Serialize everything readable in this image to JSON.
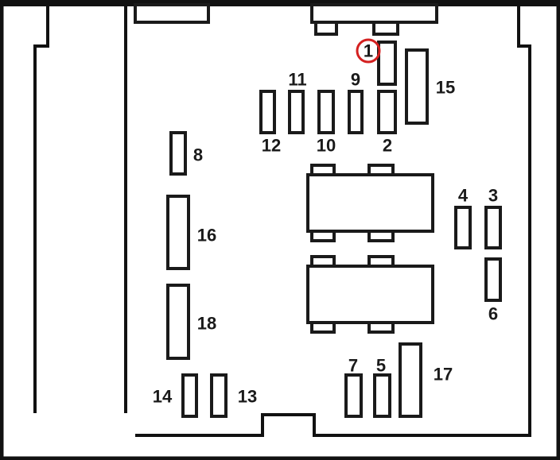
{
  "diagram": {
    "title": "Fuse box layout",
    "highlight_color": "#d42020",
    "highlighted_fuse": "1",
    "fuses": [
      {
        "id": "1",
        "label": "1",
        "size": "small"
      },
      {
        "id": "2",
        "label": "2",
        "size": "small"
      },
      {
        "id": "3",
        "label": "3",
        "size": "small"
      },
      {
        "id": "4",
        "label": "4",
        "size": "small"
      },
      {
        "id": "5",
        "label": "5",
        "size": "small"
      },
      {
        "id": "6",
        "label": "6",
        "size": "small"
      },
      {
        "id": "7",
        "label": "7",
        "size": "small"
      },
      {
        "id": "8",
        "label": "8",
        "size": "small"
      },
      {
        "id": "9",
        "label": "9",
        "size": "small"
      },
      {
        "id": "10",
        "label": "10",
        "size": "small"
      },
      {
        "id": "11",
        "label": "11",
        "size": "small"
      },
      {
        "id": "12",
        "label": "12",
        "size": "small"
      },
      {
        "id": "13",
        "label": "13",
        "size": "small"
      },
      {
        "id": "14",
        "label": "14",
        "size": "small"
      },
      {
        "id": "15",
        "label": "15",
        "size": "large"
      },
      {
        "id": "16",
        "label": "16",
        "size": "large"
      },
      {
        "id": "17",
        "label": "17",
        "size": "large"
      },
      {
        "id": "18",
        "label": "18",
        "size": "large"
      }
    ],
    "relays": 2
  }
}
